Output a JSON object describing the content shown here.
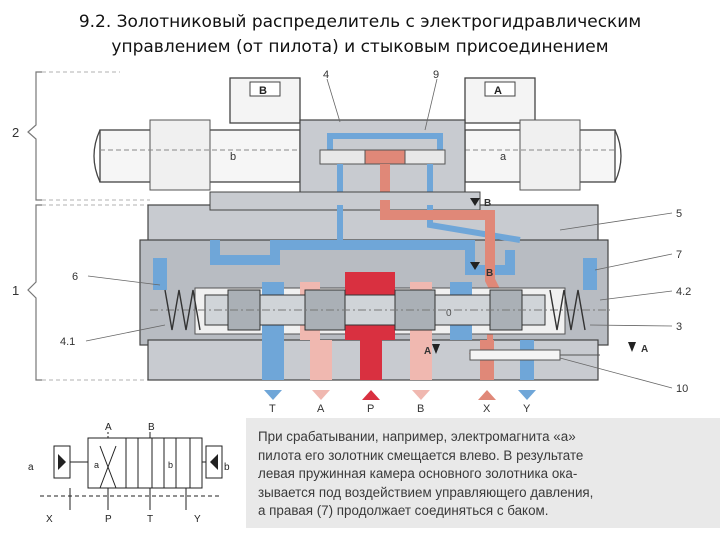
{
  "title": {
    "line1": "9.2. Золотниковый распределитель с электрогидравлическим",
    "line2": "управлением (от пилота) и стыковым присоединением"
  },
  "diagram": {
    "solenoid_left_tag": "B",
    "solenoid_right_tag": "A",
    "coil_left_label": "b",
    "coil_right_label": "a",
    "callouts": {
      "n4": "4",
      "n9": "9",
      "n5": "5",
      "n7": "7",
      "n4_2": "4.2",
      "n3": "3",
      "n10": "10",
      "n6": "6",
      "n4_1": "4.1",
      "g2": "2",
      "g1": "1",
      "zero": "0",
      "B_upper": "B",
      "B_lower": "B",
      "A_inner": "A",
      "A_right": "A"
    },
    "ports": [
      "T",
      "A",
      "P",
      "B",
      "X",
      "Y"
    ],
    "colors": {
      "tank": "#6fa6d8",
      "pressure": "#d93040",
      "pilot": "#e08878",
      "light_pink": "#f0b8b0",
      "body": "#c8cbd0"
    }
  },
  "symbol": {
    "top_A": "A",
    "top_B": "B",
    "left_a": "a",
    "right_b": "b",
    "mid_a": "a",
    "mid_b": "b",
    "bottom": [
      "X",
      "P",
      "T",
      "Y"
    ]
  },
  "caption": {
    "line1": "При срабатывании, например, электромагнита «а»",
    "line2": "пилота его золотник смещается влево. В результате",
    "line3": "левая пружинная камера основного золотника ока-",
    "line4": "зывается под воздействием управляющего давления,",
    "line5": "а правая (7) продолжает соединяться с баком."
  }
}
